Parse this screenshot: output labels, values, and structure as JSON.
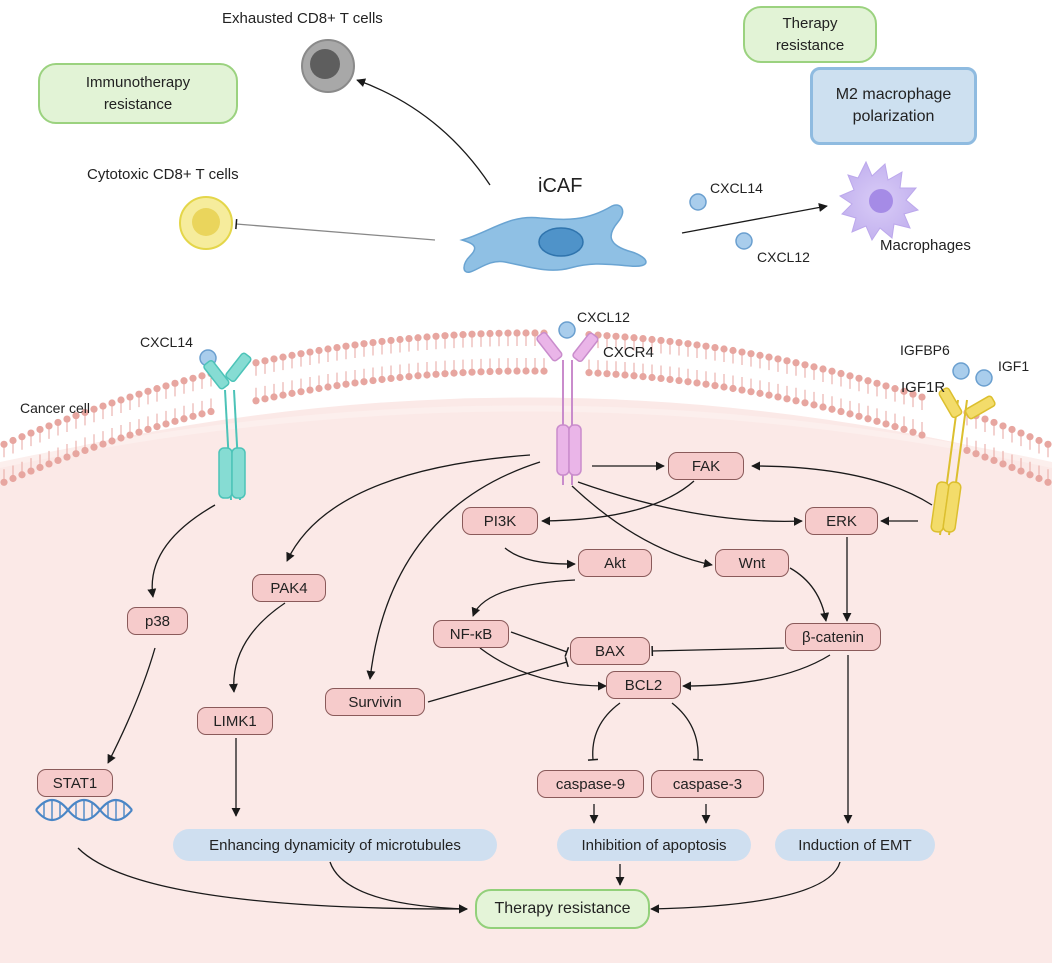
{
  "labels": {
    "exhausted": "Exhausted CD8+ T cells",
    "cytotoxic": "Cytotoxic CD8+ T cells",
    "icaf": "iCAF",
    "cxcl14_top": "CXCL14",
    "cxcl12_top": "CXCL12",
    "macrophages": "Macrophages",
    "cxcl14_rec": "CXCL14",
    "cxcl12_rec": "CXCL12",
    "cxcr4": "CXCR4",
    "igfbp6": "IGFBP6",
    "igf1": "IGF1",
    "igf1r": "IGF1R",
    "cancer_cell": "Cancer cell"
  },
  "callouts": {
    "immunotherapy": "Immunotherapy resistance",
    "therapy_top": "Therapy resistance",
    "m2": "M2 macrophage polarization"
  },
  "proteins": {
    "fak": "FAK",
    "pi3k": "PI3K",
    "erk": "ERK",
    "akt": "Akt",
    "wnt": "Wnt",
    "pak4": "PAK4",
    "p38": "p38",
    "nfkb": "NF-κB",
    "bax": "BAX",
    "bcatenin": "β-catenin",
    "bcl2": "BCL2",
    "survivin": "Survivin",
    "limk1": "LIMK1",
    "stat1": "STAT1",
    "casp9": "caspase-9",
    "casp3": "caspase-3"
  },
  "outcomes": {
    "microtubules": "Enhancing dynamicity of microtubules",
    "apoptosis": "Inhibition of apoptosis",
    "emt": "Induction of EMT",
    "final": "Therapy resistance"
  },
  "colors": {
    "membrane_head": "#e7a6a0",
    "cytoplasm": "#fbe9e7",
    "protein_fill": "#f6cbcb",
    "outcome_fill": "#cfdff0",
    "green_border": "#9bd27f",
    "icaf_fill": "#8fc0e4",
    "cxcr4_receptor": "#eab5e8",
    "cxcl14_receptor": "#7fd8cf",
    "igf1r_receptor": "#f3dc6a"
  }
}
